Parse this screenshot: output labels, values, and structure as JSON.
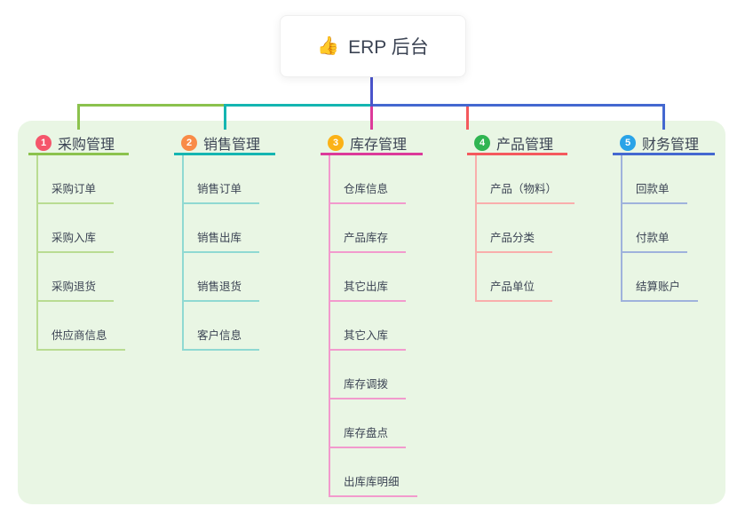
{
  "root": {
    "icon": "👍",
    "label": "ERP 后台",
    "line_color": "#4A54CB"
  },
  "branches": [
    {
      "num": "1",
      "label": "采购管理",
      "badge_color": "#F5566B",
      "line_color": "#8BC24D",
      "child_line_color": "#B9DC92",
      "children": [
        "采购订单",
        "采购入库",
        "采购退货",
        "供应商信息"
      ]
    },
    {
      "num": "2",
      "label": "销售管理",
      "badge_color": "#F98B47",
      "line_color": "#14B5B1",
      "child_line_color": "#8FD9D2",
      "children": [
        "销售订单",
        "销售出库",
        "销售退货",
        "客户信息"
      ]
    },
    {
      "num": "3",
      "label": "库存管理",
      "badge_color": "#FBB217",
      "line_color": "#DC3A9A",
      "child_line_color": "#F29ACD",
      "children": [
        "仓库信息",
        "产品库存",
        "其它出库",
        "其它入库",
        "库存调拨",
        "库存盘点",
        "出库库明细"
      ]
    },
    {
      "num": "4",
      "label": "产品管理",
      "badge_color": "#30B552",
      "line_color": "#F4595D",
      "child_line_color": "#F9AEAC",
      "children": [
        "产品（物料）",
        "产品分类",
        "产品单位"
      ]
    },
    {
      "num": "5",
      "label": "财务管理",
      "badge_color": "#29A3E8",
      "line_color": "#4468D0",
      "child_line_color": "#9FB2DC",
      "children": [
        "回款单",
        "付款单",
        "结算账户"
      ]
    }
  ],
  "colors": {
    "canvas_bg": "#FFFFFF",
    "panel_bg": "#E9F6E4",
    "text": "#3C4454"
  }
}
